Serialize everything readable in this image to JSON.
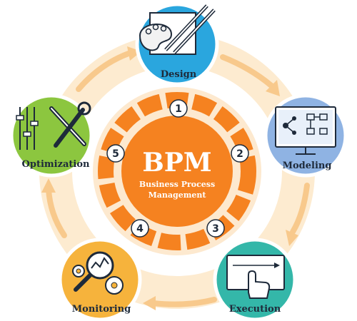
{
  "center": {
    "title": "BPM",
    "subtitle_line1": "Business Process",
    "subtitle_line2": "Management"
  },
  "stages": [
    {
      "label": "Design",
      "color": "#2aa6de",
      "icon": "palette-pencil-icon"
    },
    {
      "label": "Modeling",
      "color": "#8fb3e3",
      "icon": "flowchart-monitor-icon"
    },
    {
      "label": "Execution",
      "color": "#34b7a9",
      "icon": "touch-screen-icon"
    },
    {
      "label": "Monitoring",
      "color": "#f6b33c",
      "icon": "magnifier-gears-icon"
    },
    {
      "label": "Optimization",
      "color": "#8cc63f",
      "icon": "tools-sliders-icon"
    }
  ],
  "steps": [
    "1",
    "2",
    "3",
    "4",
    "5"
  ],
  "colors": {
    "center": "#f58220",
    "ring_dashes": "#f58220",
    "halo": "#fde9cf",
    "outer_band": "#fbe0b5",
    "arrows": "#f8c98c",
    "outline": "#1e2a3a"
  }
}
